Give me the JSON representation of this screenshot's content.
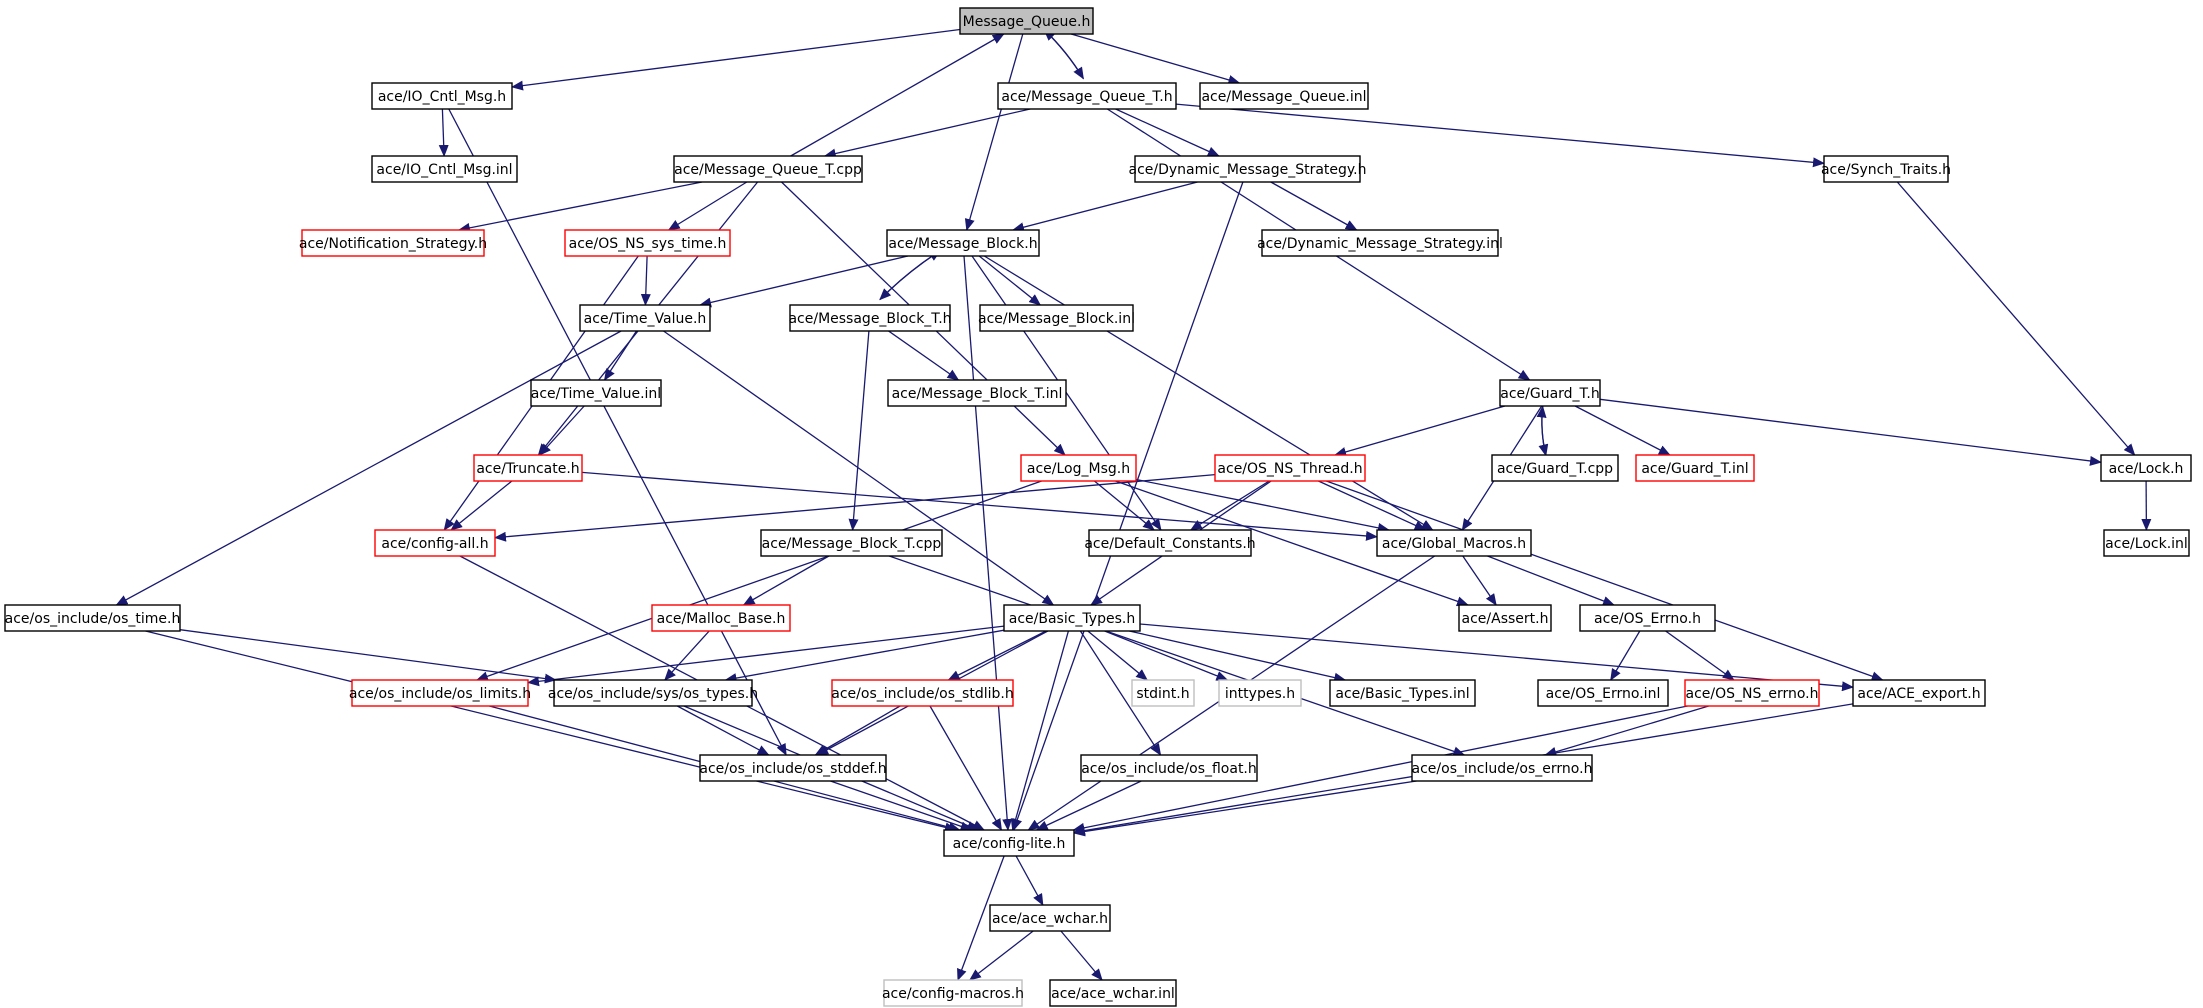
{
  "colors": {
    "edge": "#191970",
    "node_border_default": "#000000",
    "node_border_incomplete": "#ff0000",
    "node_border_external": "#bfbfbf",
    "root_fill": "#bfbfbf",
    "node_fill": "#ffffff"
  },
  "nodes": [
    {
      "id": "root",
      "label": "Message_Queue.h",
      "style": "root"
    },
    {
      "id": "io_cntl",
      "label": "ace/IO_Cntl_Msg.h",
      "style": "default"
    },
    {
      "id": "mq_t",
      "label": "ace/Message_Queue_T.h",
      "style": "default"
    },
    {
      "id": "mq_inl",
      "label": "ace/Message_Queue.inl",
      "style": "default"
    },
    {
      "id": "io_cntl_inl",
      "label": "ace/IO_Cntl_Msg.inl",
      "style": "default"
    },
    {
      "id": "mq_t_cpp",
      "label": "ace/Message_Queue_T.cpp",
      "style": "default"
    },
    {
      "id": "dms",
      "label": "ace/Dynamic_Message_Strategy.h",
      "style": "default"
    },
    {
      "id": "synch",
      "label": "ace/Synch_Traits.h",
      "style": "default"
    },
    {
      "id": "notif",
      "label": "ace/Notification_Strategy.h",
      "style": "incomplete"
    },
    {
      "id": "os_sys_time",
      "label": "ace/OS_NS_sys_time.h",
      "style": "incomplete"
    },
    {
      "id": "mb",
      "label": "ace/Message_Block.h",
      "style": "default"
    },
    {
      "id": "dms_inl",
      "label": "ace/Dynamic_Message_Strategy.inl",
      "style": "default"
    },
    {
      "id": "tv",
      "label": "ace/Time_Value.h",
      "style": "default"
    },
    {
      "id": "mb_t",
      "label": "ace/Message_Block_T.h",
      "style": "default"
    },
    {
      "id": "mb_inl",
      "label": "ace/Message_Block.inl",
      "style": "default"
    },
    {
      "id": "guard",
      "label": "ace/Guard_T.h",
      "style": "default"
    },
    {
      "id": "tv_inl",
      "label": "ace/Time_Value.inl",
      "style": "default"
    },
    {
      "id": "mb_t_inl",
      "label": "ace/Message_Block_T.inl",
      "style": "default"
    },
    {
      "id": "truncate",
      "label": "ace/Truncate.h",
      "style": "incomplete"
    },
    {
      "id": "log_msg",
      "label": "ace/Log_Msg.h",
      "style": "incomplete"
    },
    {
      "id": "os_thread",
      "label": "ace/OS_NS_Thread.h",
      "style": "incomplete"
    },
    {
      "id": "guard_cpp",
      "label": "ace/Guard_T.cpp",
      "style": "default"
    },
    {
      "id": "guard_inl",
      "label": "ace/Guard_T.inl",
      "style": "incomplete"
    },
    {
      "id": "lock",
      "label": "ace/Lock.h",
      "style": "default"
    },
    {
      "id": "config_all",
      "label": "ace/config-all.h",
      "style": "incomplete"
    },
    {
      "id": "default_const",
      "label": "ace/Default_Constants.h",
      "style": "default"
    },
    {
      "id": "global_macros",
      "label": "ace/Global_Macros.h",
      "style": "default"
    },
    {
      "id": "mb_t_cpp",
      "label": "ace/Message_Block_T.cpp",
      "style": "default"
    },
    {
      "id": "lock_inl",
      "label": "ace/Lock.inl",
      "style": "default"
    },
    {
      "id": "os_time",
      "label": "ace/os_include/os_time.h",
      "style": "default"
    },
    {
      "id": "malloc_base",
      "label": "ace/Malloc_Base.h",
      "style": "incomplete"
    },
    {
      "id": "basic_types",
      "label": "ace/Basic_Types.h",
      "style": "default"
    },
    {
      "id": "assert",
      "label": "ace/Assert.h",
      "style": "default"
    },
    {
      "id": "os_errno",
      "label": "ace/OS_Errno.h",
      "style": "default"
    },
    {
      "id": "os_limits",
      "label": "ace/os_include/os_limits.h",
      "style": "incomplete"
    },
    {
      "id": "sys_types",
      "label": "ace/os_include/sys/os_types.h",
      "style": "default"
    },
    {
      "id": "os_stdlib",
      "label": "ace/os_include/os_stdlib.h",
      "style": "incomplete"
    },
    {
      "id": "stdint",
      "label": "stdint.h",
      "style": "external"
    },
    {
      "id": "inttypes",
      "label": "inttypes.h",
      "style": "external"
    },
    {
      "id": "basic_types_inl",
      "label": "ace/Basic_Types.inl",
      "style": "default"
    },
    {
      "id": "os_errno_inl",
      "label": "ace/OS_Errno.inl",
      "style": "default"
    },
    {
      "id": "os_ns_errno",
      "label": "ace/OS_NS_errno.h",
      "style": "incomplete"
    },
    {
      "id": "ace_export",
      "label": "ace/ACE_export.h",
      "style": "default"
    },
    {
      "id": "os_stddef",
      "label": "ace/os_include/os_stddef.h",
      "style": "default"
    },
    {
      "id": "os_float",
      "label": "ace/os_include/os_float.h",
      "style": "default"
    },
    {
      "id": "os_include_errno",
      "label": "ace/os_include/os_errno.h",
      "style": "default"
    },
    {
      "id": "config_lite",
      "label": "ace/config-lite.h",
      "style": "default"
    },
    {
      "id": "ace_wchar",
      "label": "ace/ace_wchar.h",
      "style": "default"
    },
    {
      "id": "config_macros",
      "label": "ace/config-macros.h",
      "style": "external"
    },
    {
      "id": "ace_wchar_inl",
      "label": "ace/ace_wchar.inl",
      "style": "default"
    }
  ]
}
